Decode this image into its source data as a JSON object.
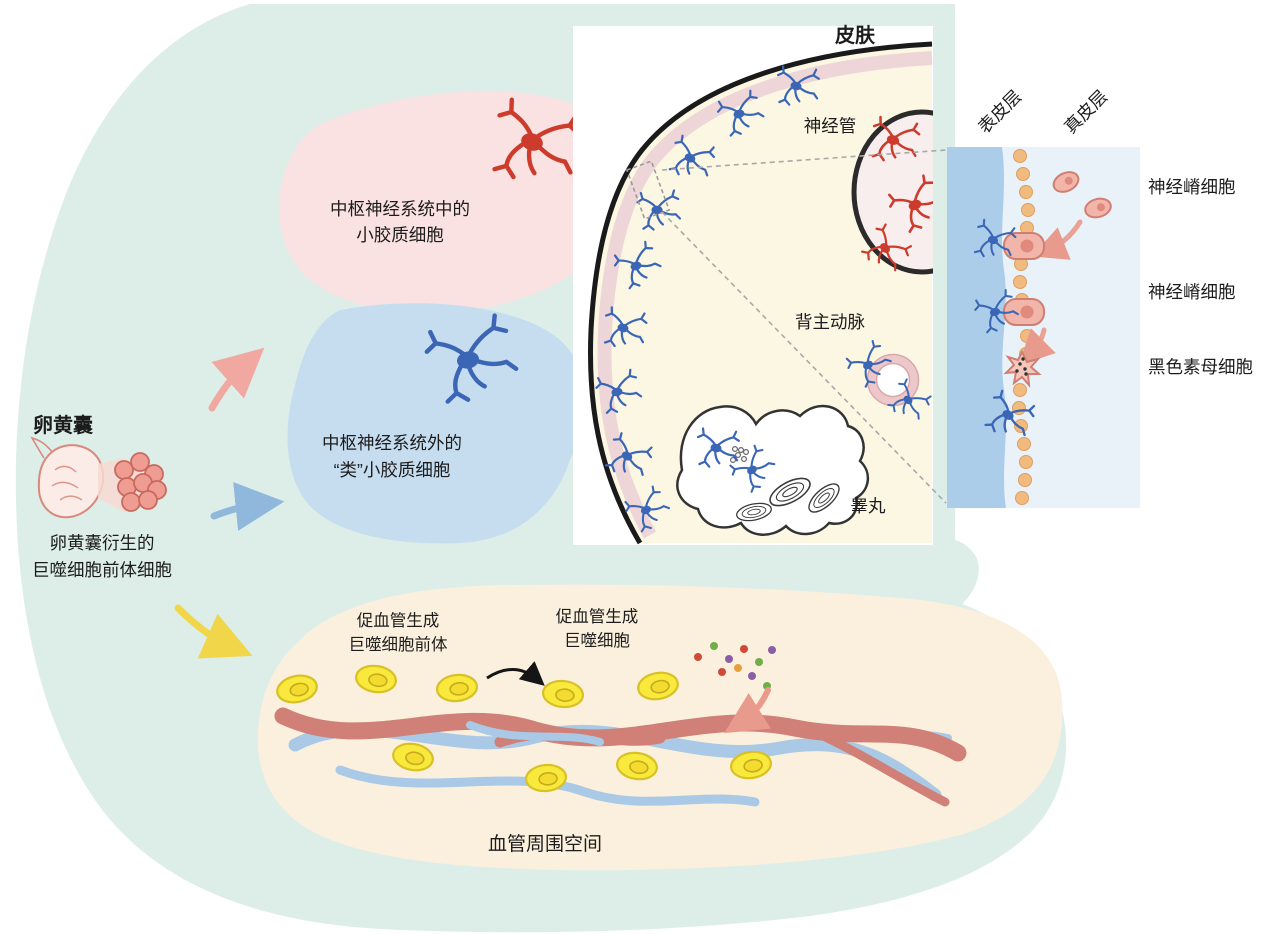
{
  "labels": {
    "yolk_sac": "卵黄囊",
    "yolk_sac_derived_line1": "卵黄囊衍生的",
    "yolk_sac_derived_line2": "巨噬细胞前体细胞",
    "cns_microglia_line1": "中枢神经系统中的",
    "cns_microglia_line2": "小胶质细胞",
    "non_cns_microglia_line1": "中枢神经系统外的",
    "non_cns_microglia_line2": "“类”小胶质细胞",
    "skin": "皮肤",
    "neural_tube": "神经管",
    "dorsal_aorta": "背主动脉",
    "testis": "睾丸",
    "epidermis": "表皮层",
    "dermis": "真皮层",
    "neural_crest_cell_1": "神经嵴细胞",
    "neural_crest_cell_2": "神经嵴细胞",
    "melanoblast": "黑色素母细胞",
    "proangiogenic_precursor_line1": "促血管生成",
    "proangiogenic_precursor_line2": "巨噬细胞前体",
    "proangiogenic_macrophage_line1": "促血管生成",
    "proangiogenic_macrophage_line2": "巨噬细胞",
    "perivascular_space": "血管周围空间"
  },
  "colors": {
    "background_blob": "#ddeee9",
    "cns_region": "#f9e2e1",
    "non_cns_region": "#c6ddf0",
    "perivascular_region": "#fbf0dd",
    "embryo_interior": "#fcf7e3",
    "skin_band": "#eed6d8",
    "microglia_red": "#cc3b2b",
    "microglia_blue": "#3a66b5",
    "macrophage_yellow": "#f8e93c",
    "vessel_red": "#d08077",
    "vessel_blue": "#a9c9e6",
    "epidermal_cell_orange": "#f1bb80",
    "pink_cell": "#f2b5a9",
    "red_text": "#cc4536",
    "perivascular_text": "#e0826e",
    "arrow_pink": "#f0a8a0",
    "arrow_blue": "#8fb8dc",
    "arrow_yellow": "#f0d648"
  }
}
